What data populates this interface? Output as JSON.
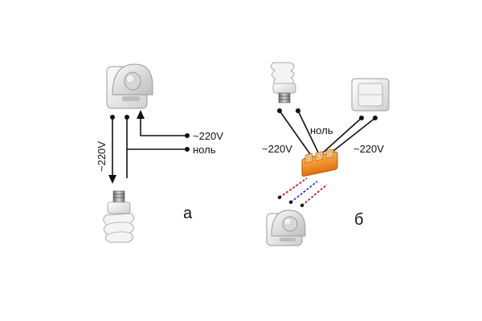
{
  "diagram_a": {
    "label_220_vertical": "~220V",
    "label_220_horizontal": "~220V",
    "label_null": "ноль",
    "caption": "а"
  },
  "diagram_b": {
    "label_null": "ноль",
    "label_220_left": "~220V",
    "label_220_right": "~220V",
    "caption": "б"
  },
  "icons": {
    "motion_sensor": "motion-sensor-icon",
    "bulb": "cfl-bulb-icon",
    "wall_switch": "wall-switch-icon",
    "terminal_block": "terminal-block-icon"
  },
  "colors": {
    "wire": "#111111",
    "terminal": "#f08a1c",
    "wire_red": "#d42020",
    "wire_blue": "#2a42c8"
  }
}
